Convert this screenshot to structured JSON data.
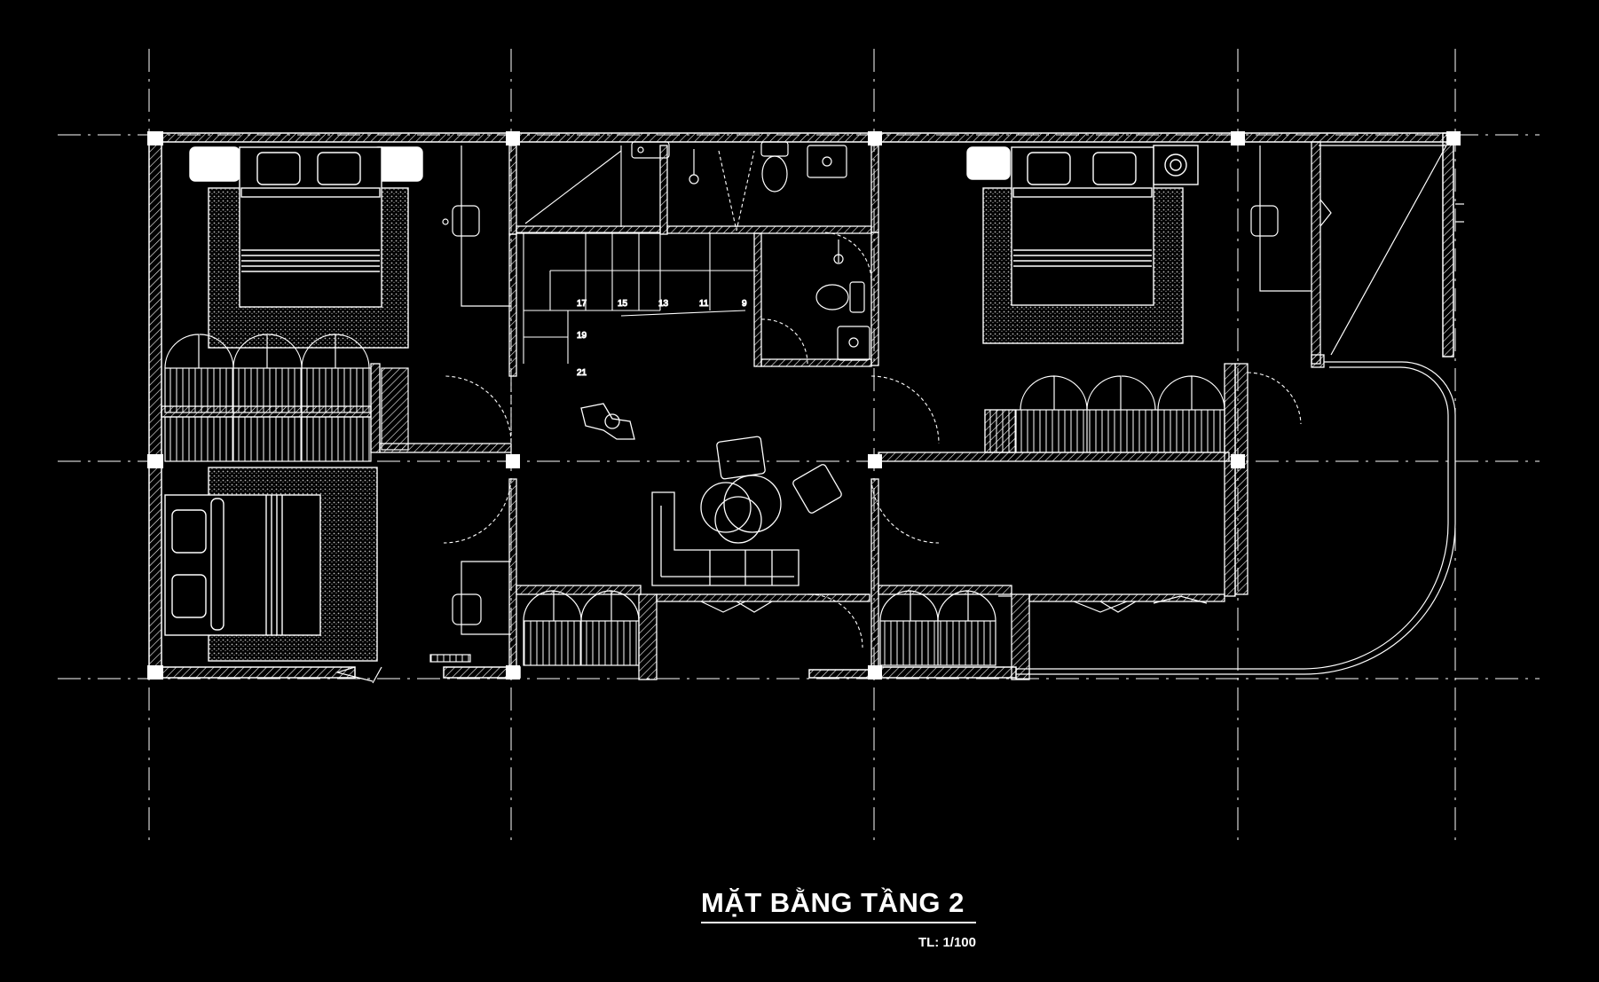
{
  "drawing": {
    "title": "MẶT BẰNG TẦNG 2",
    "scale": "TL: 1/100",
    "stair_steps": [
      "17",
      "15",
      "13",
      "11",
      "9",
      "19",
      "21"
    ]
  },
  "colors": {
    "background": "#000000",
    "line": "#ffffff"
  }
}
